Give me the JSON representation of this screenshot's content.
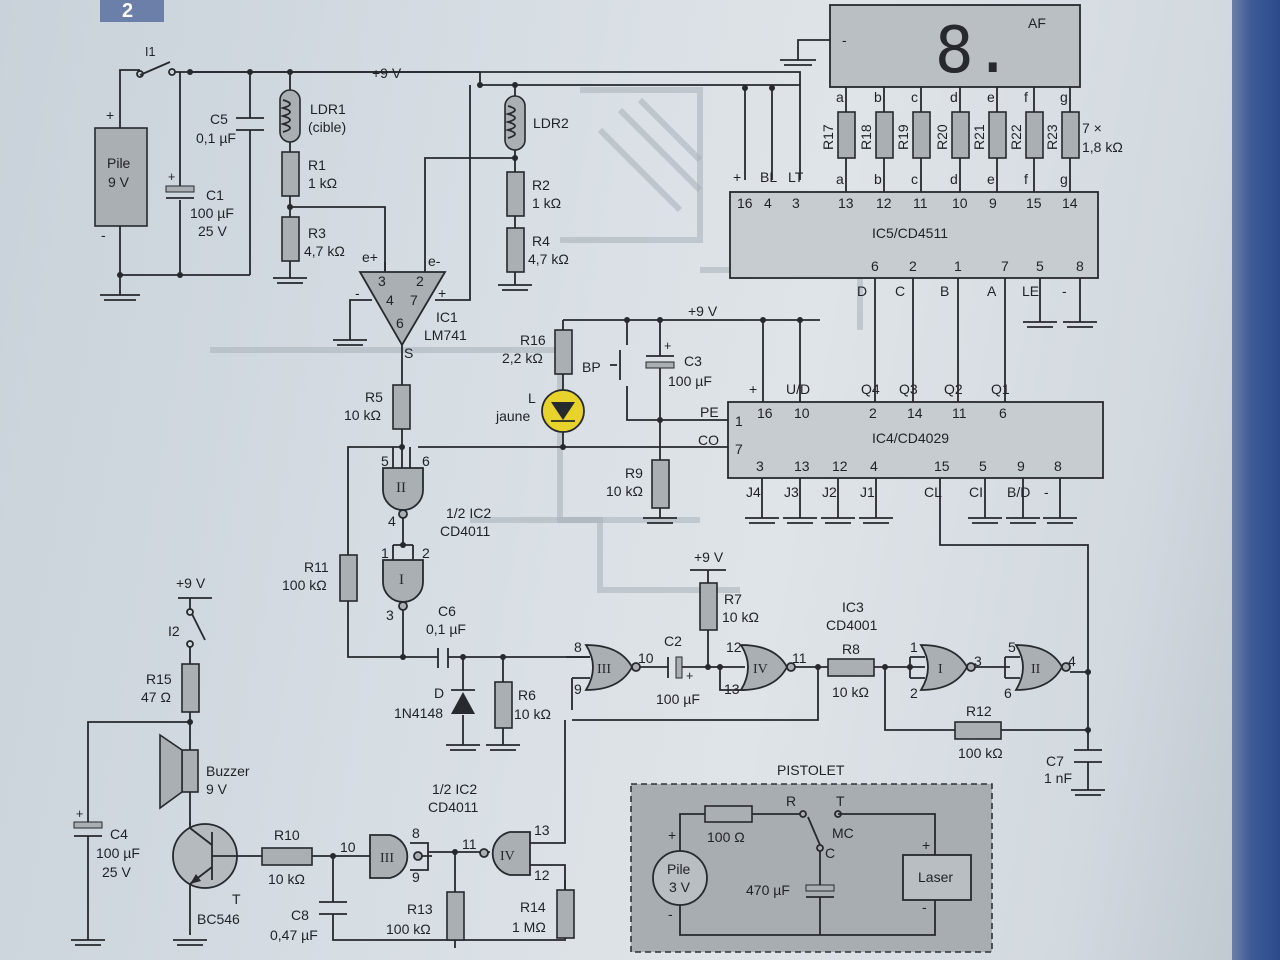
{
  "figure": {
    "number": "2"
  },
  "supply": {
    "rail": "+9 V",
    "rail2": "+9 V",
    "rail3": "+9 V",
    "buzzer_rail": "+9 V"
  },
  "switch_i1": "I1",
  "switch_i2": "I2",
  "battery": {
    "name": "Pile",
    "value": "9 V"
  },
  "c5": {
    "name": "C5",
    "value": "0,1 µF"
  },
  "c1": {
    "name": "C1",
    "value": "100 µF",
    "voltage": "25 V"
  },
  "ldr1": {
    "name": "LDR1",
    "note": "(cible)"
  },
  "ldr2": {
    "name": "LDR2"
  },
  "r1": {
    "name": "R1",
    "value": "1 kΩ"
  },
  "r3": {
    "name": "R3",
    "value": "4,7 kΩ"
  },
  "r2": {
    "name": "R2",
    "value": "1 kΩ"
  },
  "r4": {
    "name": "R4",
    "value": "4,7 kΩ"
  },
  "ic1": {
    "name": "IC1",
    "part": "LM741",
    "pins": {
      "ep": "e+",
      "em": "e-",
      "s": "S",
      "p3": "3",
      "p2": "2",
      "p4": "4",
      "p7": "7",
      "p6": "6",
      "minus": "-",
      "plus": "+"
    }
  },
  "r5": {
    "name": "R5",
    "value": "10 kΩ"
  },
  "r16": {
    "name": "R16",
    "value": "2,2 kΩ"
  },
  "led": {
    "name": "L",
    "color_name": "jaune",
    "color": "#e8d22c"
  },
  "bp": "BP",
  "c3": {
    "name": "C3",
    "value": "100 µF"
  },
  "r9": {
    "name": "R9",
    "value": "10 kΩ"
  },
  "display": {
    "digit": "8.",
    "label": "AF",
    "minus": "-"
  },
  "segments": [
    "a",
    "b",
    "c",
    "d",
    "e",
    "f",
    "g"
  ],
  "seg_resistors": [
    "R17",
    "R18",
    "R19",
    "R20",
    "R21",
    "R22",
    "R23"
  ],
  "seg_res_value": {
    "mult": "7 ×",
    "value": "1,8 kΩ"
  },
  "ic5": {
    "name": "IC5/CD4511",
    "top_labels": [
      "+",
      "BL",
      "LT"
    ],
    "top_pins": [
      "16",
      "4",
      "3",
      "13",
      "12",
      "11",
      "10",
      "9",
      "15",
      "14"
    ],
    "bottom_pins": [
      "6",
      "2",
      "1",
      "7",
      "5",
      "8"
    ],
    "bottom_labels": [
      "D",
      "C",
      "B",
      "A",
      "LE",
      "-"
    ]
  },
  "ic4": {
    "name": "IC4/CD4029",
    "top_labels": [
      "+",
      "U/D",
      "Q4",
      "Q3",
      "Q2",
      "Q1"
    ],
    "top_pins": [
      "16",
      "10",
      "2",
      "14",
      "11",
      "6"
    ],
    "left_labels": [
      "PE",
      "CO"
    ],
    "left_pins": [
      "1",
      "7"
    ],
    "bottom_pins": [
      "3",
      "13",
      "12",
      "4",
      "15",
      "5",
      "9",
      "8"
    ],
    "bottom_labels": [
      "J4",
      "J3",
      "J2",
      "J1",
      "CL",
      "CI",
      "B/D",
      "-"
    ]
  },
  "ic2a": {
    "title": "1/2 IC2",
    "part": "CD4011",
    "gate2": "II",
    "gate1": "I",
    "pins": [
      "5",
      "6",
      "4",
      "1",
      "2",
      "3"
    ]
  },
  "r11": {
    "name": "R11",
    "value": "100 kΩ"
  },
  "c6": {
    "name": "C6",
    "value": "0,1 µF"
  },
  "diode": {
    "name": "D",
    "part": "1N4148"
  },
  "r6": {
    "name": "R6",
    "value": "10 kΩ"
  },
  "ic3": {
    "name": "IC3",
    "part": "CD4001",
    "gates": [
      "III",
      "IV",
      "I",
      "II"
    ],
    "pins": [
      "8",
      "9",
      "10",
      "12",
      "13",
      "11",
      "1",
      "2",
      "3",
      "5",
      "6",
      "4"
    ]
  },
  "c2": {
    "name": "C2",
    "value": "100 µF"
  },
  "r7": {
    "name": "R7",
    "value": "10 kΩ"
  },
  "r8": {
    "name": "R8",
    "value": "10 kΩ"
  },
  "r12": {
    "name": "R12",
    "value": "100 kΩ"
  },
  "c7": {
    "name": "C7",
    "value": "1 nF"
  },
  "r15": {
    "name": "R15",
    "value": "47 Ω"
  },
  "buzzer": {
    "name": "Buzzer",
    "value": "9 V"
  },
  "c4": {
    "name": "C4",
    "value": "100 µF",
    "voltage": "25 V"
  },
  "transistor": {
    "name": "T",
    "part": "BC546"
  },
  "r10": {
    "name": "R10",
    "value": "10 kΩ"
  },
  "c8": {
    "name": "C8",
    "value": "0,47 µF"
  },
  "ic2b": {
    "title": "1/2 IC2",
    "part": "CD4011",
    "gates": [
      "III",
      "IV"
    ],
    "pins": [
      "10",
      "8",
      "9",
      "11",
      "13",
      "12"
    ]
  },
  "r13": {
    "name": "R13",
    "value": "100 kΩ"
  },
  "r14": {
    "name": "R14",
    "value": "1 MΩ"
  },
  "pistolet": {
    "title": "PISTOLET",
    "r_label": "100 Ω",
    "battery": "Pile",
    "battery_v": "3 V",
    "cap": "470 µF",
    "switch": "MC",
    "sw_r": "R",
    "sw_t": "T",
    "sw_c": "C",
    "laser": "Laser",
    "plus": "+",
    "minus": "-"
  }
}
